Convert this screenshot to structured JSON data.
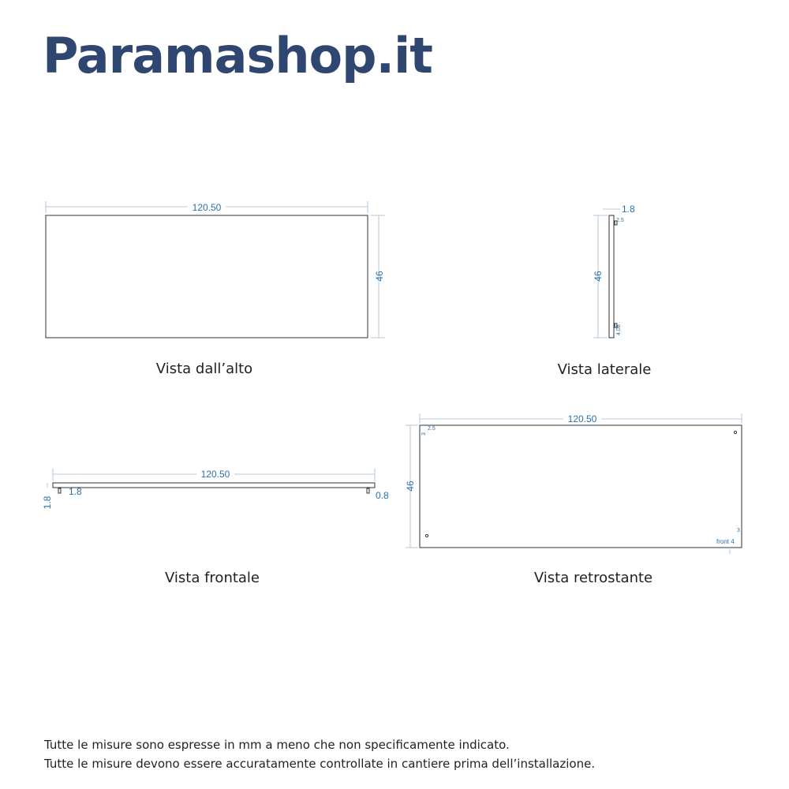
{
  "brand": {
    "logo": "Paramashop.it",
    "color": "#2f4670"
  },
  "dimension_color": "#2a6fa8",
  "views": {
    "top": {
      "caption": "Vista dall’alto",
      "width": "120.50",
      "depth": "46"
    },
    "side": {
      "caption": "Vista laterale",
      "thickness": "1.8",
      "height": "46",
      "top_offset": "2.5",
      "bottom_offset": "4.08"
    },
    "front": {
      "caption": "Vista frontale",
      "width": "120.50",
      "thickness": "1.8",
      "inner": "1.8",
      "right": "0.8"
    },
    "back": {
      "caption": "Vista retrostante",
      "width": "120.50",
      "height": "46",
      "hole_x": "2.5",
      "hole_y": "3",
      "corner": "3",
      "front_label": "front 4"
    }
  },
  "notes": [
    "Tutte le misure sono espresse in mm a meno che non specificamente indicato.",
    "Tutte le misure devono essere accuratamente controllate in cantiere prima dell’installazione."
  ]
}
